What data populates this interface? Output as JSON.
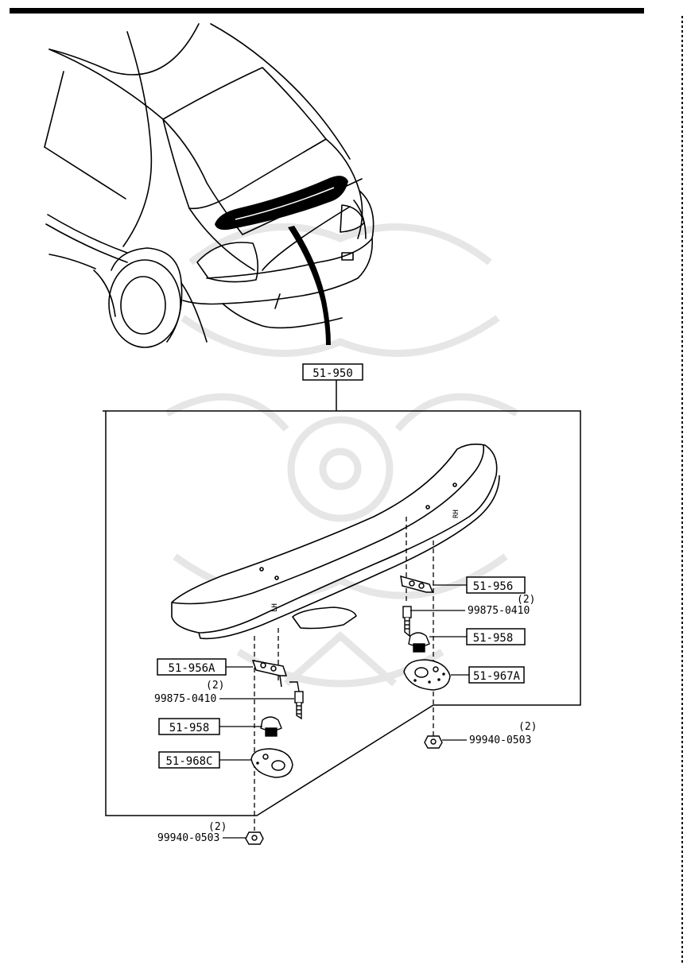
{
  "main_part": "51-950",
  "parts": {
    "p51_956": "51-956",
    "p51_956A": "51-956A",
    "p51_958_right": "51-958",
    "p51_958_left": "51-958",
    "p51_967A": "51-967A",
    "p51_968C": "51-968C"
  },
  "fasteners": {
    "screw_right": {
      "number": "99875-0410",
      "qty": "(2)"
    },
    "screw_left": {
      "number": "99875-0410",
      "qty": "(2)"
    },
    "nut_right": {
      "number": "99940-0503",
      "qty": "(2)"
    },
    "nut_left": {
      "number": "99940-0503",
      "qty": "(2)"
    }
  },
  "spoiler_marks": {
    "left": "LH",
    "right": "RH"
  }
}
